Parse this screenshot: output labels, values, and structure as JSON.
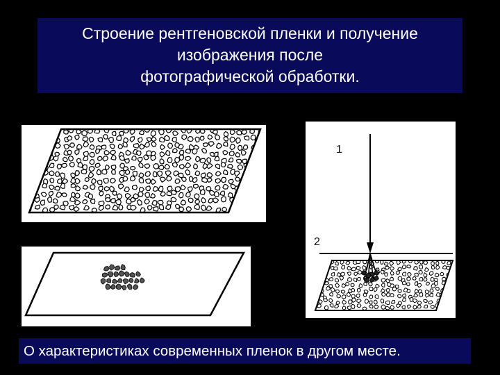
{
  "title": {
    "lines": [
      "Строение рентгеновской пленки и получение",
      "изображения после",
      "фотографической обработки."
    ]
  },
  "diagram": {
    "label_1": "1",
    "label_2": "2"
  },
  "footer": {
    "text": "О характеристиках современных пленок в другом месте."
  },
  "colors": {
    "background": "#000000",
    "title_box": "#0a0a5a",
    "text": "#ffffff",
    "panel": "#ffffff"
  }
}
